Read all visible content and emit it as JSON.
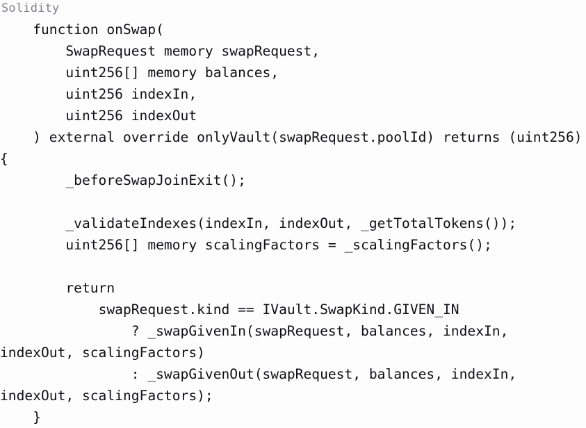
{
  "code_block": {
    "language_label": "Solidity",
    "language_label_color": "#7d7d8c",
    "text_color": "#101014",
    "background_color": "#fdfdfe",
    "lines": [
      "    function onSwap(",
      "        SwapRequest memory swapRequest,",
      "        uint256[] memory balances,",
      "        uint256 indexIn,",
      "        uint256 indexOut",
      "    ) external override onlyVault(swapRequest.poolId) returns (uint256) {",
      "        _beforeSwapJoinExit();",
      "",
      "        _validateIndexes(indexIn, indexOut, _getTotalTokens());",
      "        uint256[] memory scalingFactors = _scalingFactors();",
      "",
      "        return",
      "            swapRequest.kind == IVault.SwapKind.GIVEN_IN",
      "                ? _swapGivenIn(swapRequest, balances, indexIn, indexOut, scalingFactors)",
      "                : _swapGivenOut(swapRequest, balances, indexIn, indexOut, scalingFactors);",
      "    }"
    ],
    "source": "    function onSwap(\n        SwapRequest memory swapRequest,\n        uint256[] memory balances,\n        uint256 indexIn,\n        uint256 indexOut\n    ) external override onlyVault(swapRequest.poolId) returns (uint256) {\n        _beforeSwapJoinExit();\n\n        _validateIndexes(indexIn, indexOut, _getTotalTokens());\n        uint256[] memory scalingFactors = _scalingFactors();\n\n        return\n            swapRequest.kind == IVault.SwapKind.GIVEN_IN\n                ? _swapGivenIn(swapRequest, balances, indexIn, indexOut, scalingFactors)\n                : _swapGivenOut(swapRequest, balances, indexIn, indexOut, scalingFactors);\n    }"
  }
}
